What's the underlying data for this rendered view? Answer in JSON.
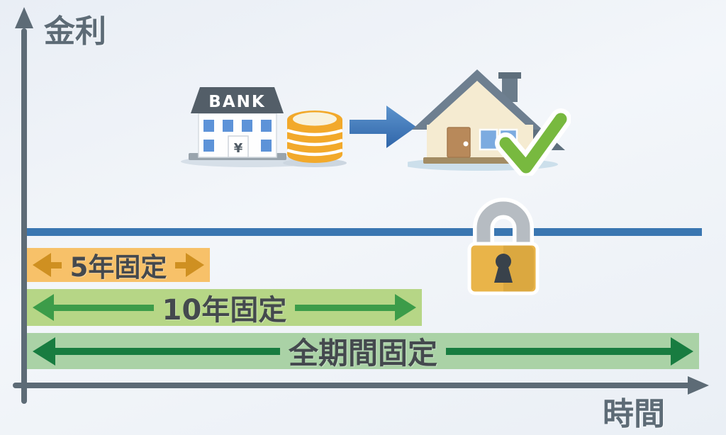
{
  "axes": {
    "y_label": "金利",
    "x_label": "時間"
  },
  "bank": {
    "sign": "BANK",
    "door_symbol": "¥"
  },
  "rate_line": {
    "color": "#3a76b1"
  },
  "bars": [
    {
      "label": "5年固定",
      "bg_color": "#f7c169",
      "arrow_color": "#cf9021"
    },
    {
      "label": "10年固定",
      "bg_color": "#b6d686",
      "arrow_color": "#3c9c49"
    },
    {
      "label": "全期間固定",
      "bg_color": "#aad2a6",
      "arrow_color": "#187c40"
    }
  ],
  "icons": [
    "bank-icon",
    "coins-icon",
    "flow-arrow-icon",
    "house-icon",
    "checkmark-icon",
    "lock-icon"
  ],
  "colors": {
    "axis": "#5d6b76",
    "lock_body": "#e9b449",
    "check": "#78b93f",
    "flow_arrow": "#3c78bb"
  }
}
